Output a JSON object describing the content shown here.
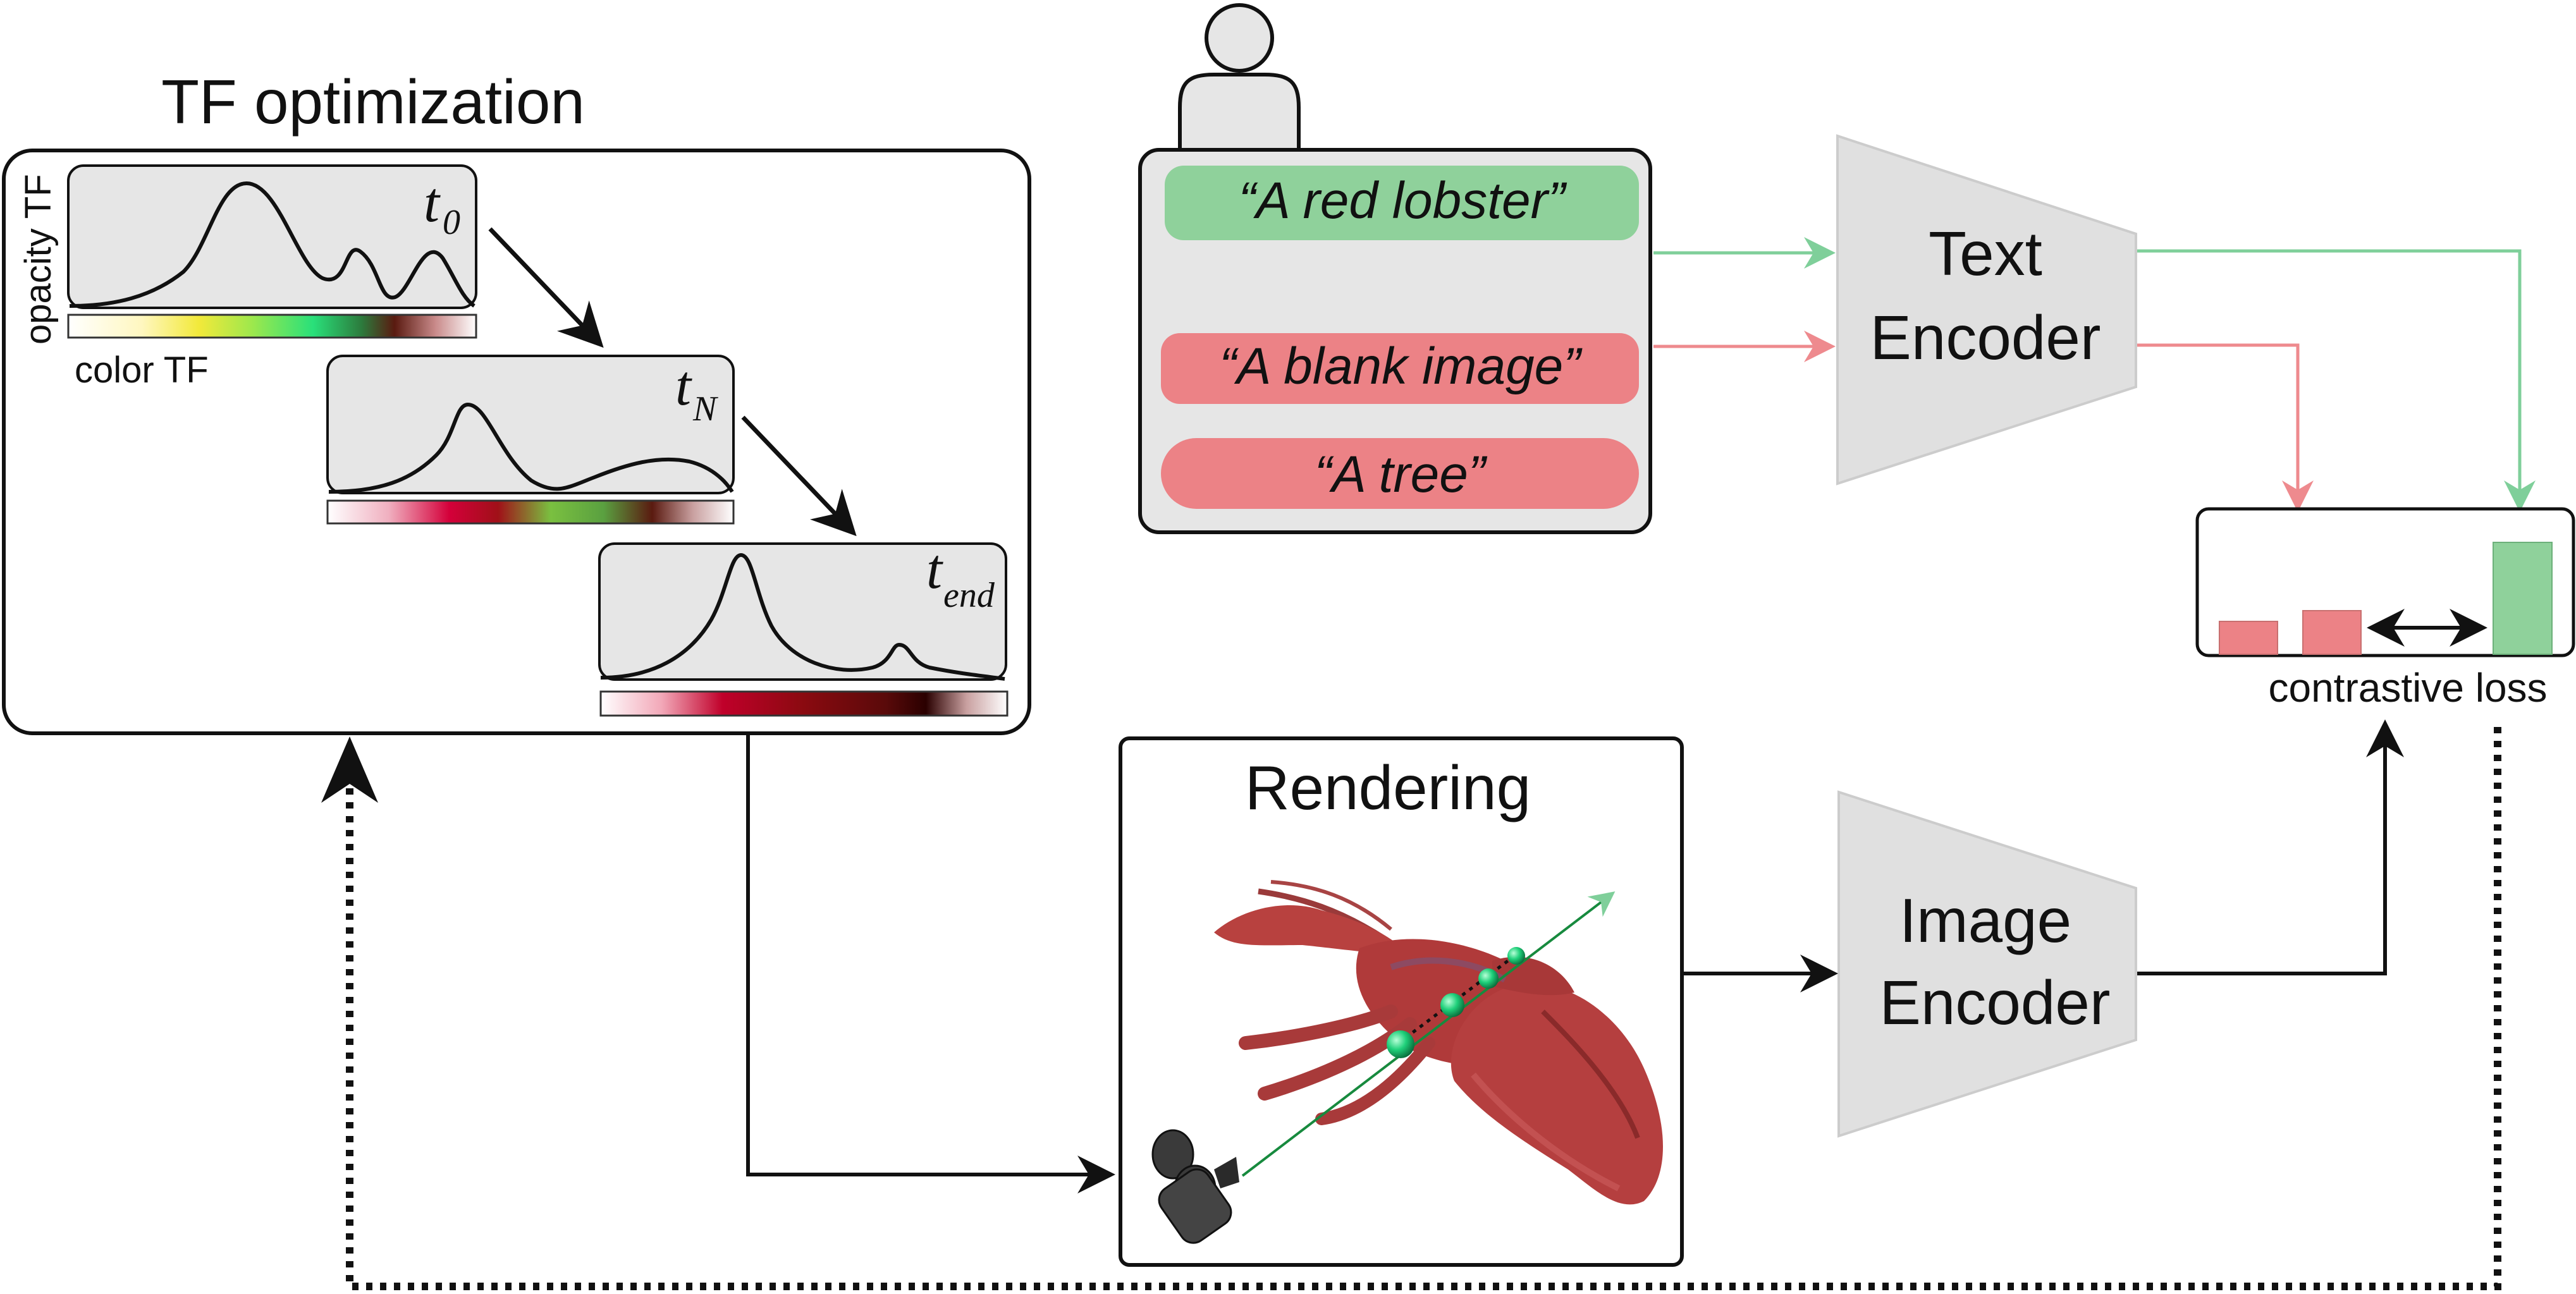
{
  "tf_panel": {
    "title": "TF optimization",
    "opacity_label": "opacity TF",
    "color_label": "color TF",
    "steps": [
      {
        "main": "t",
        "sub": "0"
      },
      {
        "main": "t",
        "sub": "N"
      },
      {
        "main": "t",
        "sub": "end"
      }
    ]
  },
  "prompts": [
    {
      "text": "“A red lobster”",
      "color": "#8fd19b",
      "role": "positive"
    },
    {
      "text": "“A blank image”",
      "color": "#ec8286",
      "role": "negative"
    },
    {
      "text": "“A tree”",
      "color": "#ec8286",
      "role": "negative"
    }
  ],
  "text_encoder": {
    "line1": "Text",
    "line2": "Encoder"
  },
  "image_encoder": {
    "line1": "Image",
    "line2": "Encoder"
  },
  "rendering": {
    "title": "Rendering"
  },
  "loss": {
    "label": "contrastive loss",
    "bars": [
      {
        "role": "negative",
        "color": "#ec8286"
      },
      {
        "role": "negative",
        "color": "#ec8286"
      },
      {
        "role": "positive",
        "color": "#8fd19b"
      }
    ]
  },
  "colors": {
    "positive": "#8fd19b",
    "negative": "#ec8286",
    "panel_fill": "#e6e6e6",
    "encoder_fill": "#e0e0e0",
    "stroke": "#111111"
  }
}
